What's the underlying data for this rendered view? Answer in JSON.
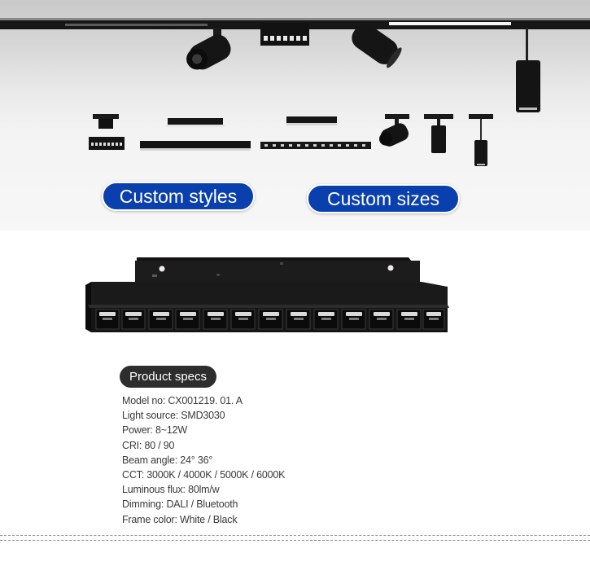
{
  "hero": {
    "custom_styles_label": "Custom styles",
    "custom_sizes_label": "Custom sizes"
  },
  "specs": {
    "title": "Product specs",
    "lines": [
      "Model no: CX001219. 01. A",
      "Light source: SMD3030",
      "Power: 8~12W",
      "CRI: 80 / 90",
      "Beam angle: 24°  36°",
      "CCT: 3000K / 4000K / 5000K / 6000K",
      "Luminous flux: 80lm/w",
      "Dimming: DALI / Bluetooth",
      "Frame color: White / Black"
    ]
  },
  "colors": {
    "pill_blue": "#0a3fae",
    "badge_dark": "#2d2d2d",
    "fixture_black": "#111111"
  }
}
